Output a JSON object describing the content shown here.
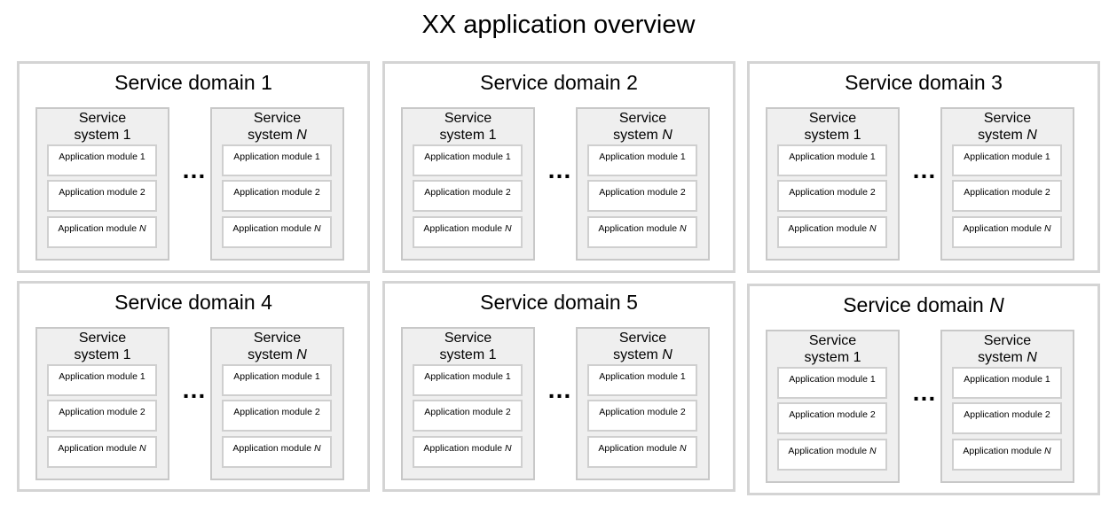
{
  "title": "XX application overview",
  "ellipsis": "…",
  "domains": [
    {
      "title_prefix": "Service domain",
      "title_suffix": "1",
      "systems": [
        {
          "line1": "Service",
          "line2_prefix": "system",
          "line2_suffix": "1",
          "modules": [
            {
              "prefix": "Application module",
              "suffix": "1"
            },
            {
              "prefix": "Application module",
              "suffix": "2"
            },
            {
              "prefix": "Application module",
              "suffix": "N"
            }
          ]
        },
        {
          "line1": "Service",
          "line2_prefix": "system",
          "line2_suffix": "N",
          "modules": [
            {
              "prefix": "Application module",
              "suffix": "1"
            },
            {
              "prefix": "Application module",
              "suffix": "2"
            },
            {
              "prefix": "Application module",
              "suffix": "N"
            }
          ]
        }
      ]
    },
    {
      "title_prefix": "Service domain",
      "title_suffix": "2",
      "systems": [
        {
          "line1": "Service",
          "line2_prefix": "system",
          "line2_suffix": "1",
          "modules": [
            {
              "prefix": "Application module",
              "suffix": "1"
            },
            {
              "prefix": "Application module",
              "suffix": "2"
            },
            {
              "prefix": "Application module",
              "suffix": "N"
            }
          ]
        },
        {
          "line1": "Service",
          "line2_prefix": "system",
          "line2_suffix": "N",
          "modules": [
            {
              "prefix": "Application module",
              "suffix": "1"
            },
            {
              "prefix": "Application module",
              "suffix": "2"
            },
            {
              "prefix": "Application module",
              "suffix": "N"
            }
          ]
        }
      ]
    },
    {
      "title_prefix": "Service domain",
      "title_suffix": "3",
      "systems": [
        {
          "line1": "Service",
          "line2_prefix": "system",
          "line2_suffix": "1",
          "modules": [
            {
              "prefix": "Application module",
              "suffix": "1"
            },
            {
              "prefix": "Application module",
              "suffix": "2"
            },
            {
              "prefix": "Application module",
              "suffix": "N"
            }
          ]
        },
        {
          "line1": "Service",
          "line2_prefix": "system",
          "line2_suffix": "N",
          "modules": [
            {
              "prefix": "Application module",
              "suffix": "1"
            },
            {
              "prefix": "Application module",
              "suffix": "2"
            },
            {
              "prefix": "Application module",
              "suffix": "N"
            }
          ]
        }
      ]
    },
    {
      "title_prefix": "Service domain",
      "title_suffix": "4",
      "systems": [
        {
          "line1": "Service",
          "line2_prefix": "system",
          "line2_suffix": "1",
          "modules": [
            {
              "prefix": "Application module",
              "suffix": "1"
            },
            {
              "prefix": "Application module",
              "suffix": "2"
            },
            {
              "prefix": "Application module",
              "suffix": "N"
            }
          ]
        },
        {
          "line1": "Service",
          "line2_prefix": "system",
          "line2_suffix": "N",
          "modules": [
            {
              "prefix": "Application module",
              "suffix": "1"
            },
            {
              "prefix": "Application module",
              "suffix": "2"
            },
            {
              "prefix": "Application module",
              "suffix": "N"
            }
          ]
        }
      ]
    },
    {
      "title_prefix": "Service domain",
      "title_suffix": "5",
      "systems": [
        {
          "line1": "Service",
          "line2_prefix": "system",
          "line2_suffix": "1",
          "modules": [
            {
              "prefix": "Application module",
              "suffix": "1"
            },
            {
              "prefix": "Application module",
              "suffix": "2"
            },
            {
              "prefix": "Application module",
              "suffix": "N"
            }
          ]
        },
        {
          "line1": "Service",
          "line2_prefix": "system",
          "line2_suffix": "N",
          "modules": [
            {
              "prefix": "Application module",
              "suffix": "1"
            },
            {
              "prefix": "Application module",
              "suffix": "2"
            },
            {
              "prefix": "Application module",
              "suffix": "N"
            }
          ]
        }
      ]
    },
    {
      "title_prefix": "Service domain",
      "title_suffix": "N",
      "systems": [
        {
          "line1": "Service",
          "line2_prefix": "system",
          "line2_suffix": "1",
          "modules": [
            {
              "prefix": "Application module",
              "suffix": "1"
            },
            {
              "prefix": "Application module",
              "suffix": "2"
            },
            {
              "prefix": "Application module",
              "suffix": "N"
            }
          ]
        },
        {
          "line1": "Service",
          "line2_prefix": "system",
          "line2_suffix": "N",
          "modules": [
            {
              "prefix": "Application module",
              "suffix": "1"
            },
            {
              "prefix": "Application module",
              "suffix": "2"
            },
            {
              "prefix": "Application module",
              "suffix": "N"
            }
          ]
        }
      ]
    }
  ]
}
